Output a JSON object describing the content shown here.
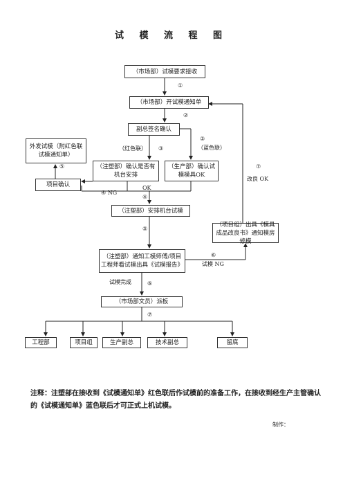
{
  "title": "试 模 流 程 图",
  "nodes": {
    "market_request": "（市场部）试模要求接收",
    "market_notice": "（市场部）开试模通知单",
    "vp_sign": "副总签名确认",
    "outsource": "外发试模（附红色联试模通知单）",
    "inj_confirm": "（注塑部）确认是否有机台安排",
    "prod_confirm": "（生产部）确认试模模具OK",
    "project_confirm": "项目确认",
    "inj_arrange": "（注塑部）安排机台试模",
    "project_team": "（项目组）出具《模具成品改良书》通知模房修模",
    "inj_notify": "（注塑部）通知工模师傅/项目工程师看试模出具《试模报告》",
    "market_clerk": "（市场部文员）派板",
    "dist_eng": "工程部",
    "dist_proj": "项目组",
    "dist_prodvp": "生产副总",
    "dist_techvp": "技术副总",
    "dist_archive": "留底"
  },
  "labels": {
    "s1": "①",
    "s2": "②",
    "s3a": "③",
    "s3b": "③",
    "red": "（红色联）",
    "blue": "（蓝色联）",
    "s5a": "⑤",
    "s4ng": "④  NG",
    "ok": "OK",
    "s4": "④",
    "s7a": "⑦",
    "improve_ok": "改良 OK",
    "s5b": "⑤",
    "s6a": "⑥",
    "trial_ng": "试模 NG",
    "trial_done": "试模完成",
    "s6b": "⑥",
    "s7b": "⑦"
  },
  "note": "注释：注塑部在接收到《试模通知单》红色联后作试模前的准备工作，在接收到经生产主管确认的《试模通知单》蓝色联后才可正式上机试模。",
  "maker": "制作："
}
